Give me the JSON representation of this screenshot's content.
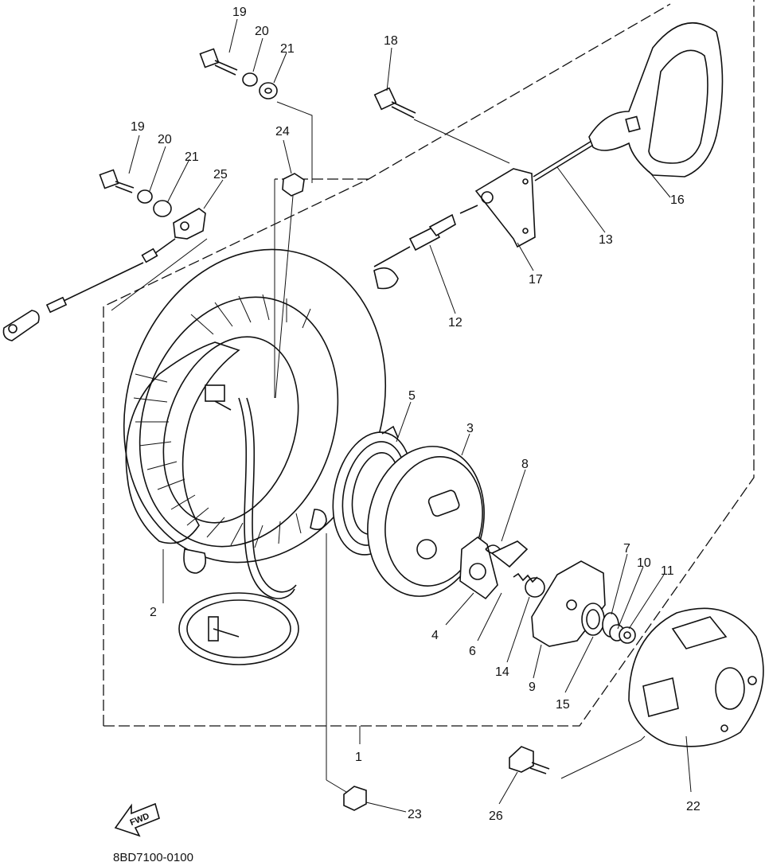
{
  "diagram": {
    "code": "8BD7100-0100",
    "fwd_label": "FWD",
    "labels": [
      {
        "id": "1",
        "text": "1"
      },
      {
        "id": "2",
        "text": "2"
      },
      {
        "id": "3",
        "text": "3"
      },
      {
        "id": "4",
        "text": "4"
      },
      {
        "id": "5",
        "text": "5"
      },
      {
        "id": "6",
        "text": "6"
      },
      {
        "id": "7",
        "text": "7"
      },
      {
        "id": "8",
        "text": "8"
      },
      {
        "id": "9",
        "text": "9"
      },
      {
        "id": "10",
        "text": "10"
      },
      {
        "id": "11",
        "text": "11"
      },
      {
        "id": "12",
        "text": "12"
      },
      {
        "id": "13",
        "text": "13"
      },
      {
        "id": "14",
        "text": "14"
      },
      {
        "id": "15",
        "text": "15"
      },
      {
        "id": "16",
        "text": "16"
      },
      {
        "id": "17",
        "text": "17"
      },
      {
        "id": "18",
        "text": "18"
      },
      {
        "id": "19a",
        "text": "19"
      },
      {
        "id": "20a",
        "text": "20"
      },
      {
        "id": "21a",
        "text": "21"
      },
      {
        "id": "19b",
        "text": "19"
      },
      {
        "id": "20b",
        "text": "20"
      },
      {
        "id": "21b",
        "text": "21"
      },
      {
        "id": "22",
        "text": "22"
      },
      {
        "id": "23",
        "text": "23"
      },
      {
        "id": "24",
        "text": "24"
      },
      {
        "id": "25",
        "text": "25"
      },
      {
        "id": "26",
        "text": "26"
      }
    ]
  }
}
